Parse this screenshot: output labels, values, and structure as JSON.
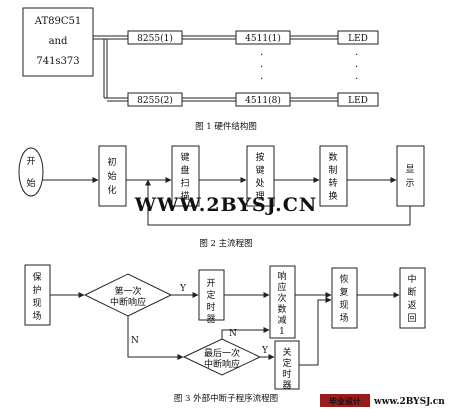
{
  "figure1": {
    "cpu_line1": "AT89C51",
    "cpu_line2": "and",
    "cpu_line3": "741s373",
    "chip_top": "8255(1)",
    "chip_bottom": "8255(2)",
    "dec_top": "4511(1)",
    "dec_bottom": "4511(8)",
    "led_top": "LED",
    "led_bottom": "LED",
    "ellipsis": "·",
    "caption": "图 1   硬件结构图"
  },
  "figure2": {
    "start": "开始",
    "init": "初始化",
    "scan": "键盘扫描",
    "process": "按键处理",
    "convert": "数制转换",
    "display": "显示",
    "caption": "图 2   主流程图"
  },
  "figure3": {
    "protect": "保护现场",
    "first": "第一次",
    "first2": "中断响应",
    "open_timer": "开定时器",
    "count": "响应次数减1",
    "restore": "恢复现场",
    "ret": "中断返回",
    "last": "最后一次",
    "last2": "中断响应",
    "close_timer": "关定时器",
    "y1": "Y",
    "y2": "Y",
    "n1": "N",
    "n2": "N",
    "caption": "图  3   外部中断子程序流程图"
  },
  "watermark": "WWW.2BYSJ.CN",
  "footer": {
    "logo_text": "毕业设计",
    "site": "www.2BYSJ.cn"
  }
}
